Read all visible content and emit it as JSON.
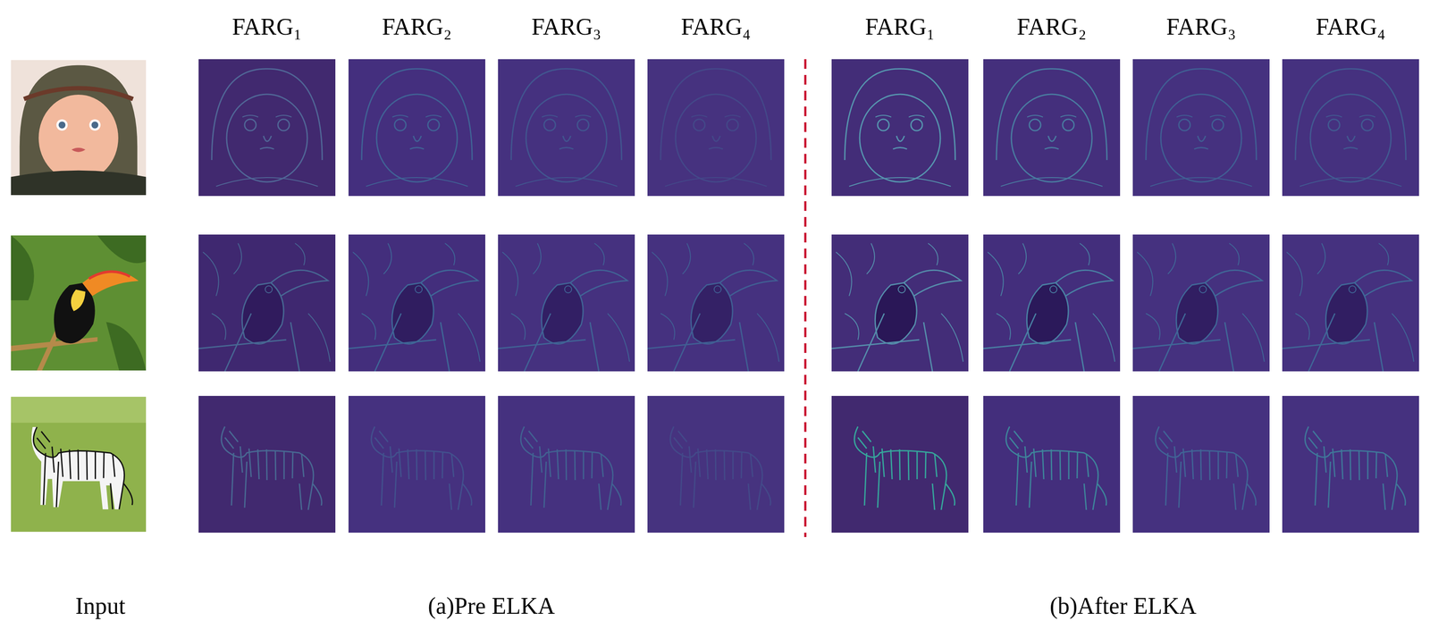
{
  "diagram": {
    "labels": [
      "FARG₁",
      "FARG₂",
      "FARG₃",
      "FARG₄",
      "FARG₁",
      "FARG₂",
      "FARG₃",
      "FARG₄",
      "Input",
      "(a)Pre ELKA",
      "(b)After ELKA"
    ]
  }
}
